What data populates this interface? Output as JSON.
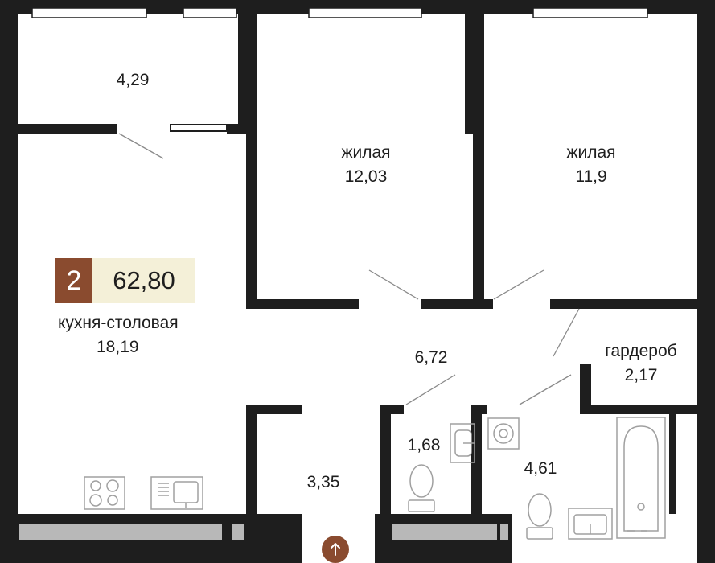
{
  "apartment": {
    "rooms_count": "2",
    "total_area": "62,80"
  },
  "rooms": {
    "balcony": {
      "area": "4,29"
    },
    "living1": {
      "name": "жилая",
      "area": "12,03"
    },
    "living2": {
      "name": "жилая",
      "area": "11,9"
    },
    "kitchen": {
      "name": "кухня-столовая",
      "area": "18,19"
    },
    "hall": {
      "area": "6,72"
    },
    "wardrobe": {
      "name": "гардероб",
      "area": "2,17"
    },
    "corridor": {
      "area": "3,35"
    },
    "wc": {
      "area": "1,68"
    },
    "bathroom": {
      "area": "4,61"
    }
  },
  "colors": {
    "wall": "#1e1e1e",
    "accent": "#8a4b2f",
    "badge_bg": "#f4f0d8",
    "window_sill": "#b8b8b8"
  },
  "icons": [
    "stove-icon",
    "sink-icon",
    "toilet-icon",
    "washbasin-icon",
    "washing-machine-icon",
    "bathtub-icon",
    "compass-arrow-icon"
  ]
}
